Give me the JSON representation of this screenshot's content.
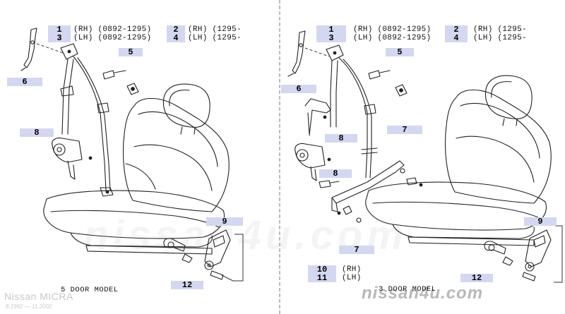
{
  "left_panel": {
    "model_label": "5 DOOR MODEL",
    "header": {
      "num1": "1",
      "num3": "3",
      "num2": "2",
      "num4": "4",
      "rh_range": "(RH) (0892-1295)",
      "lh_range": "(LH) (0892-1295)",
      "rh_range_new": "(RH) (1295-",
      "lh_range_new": "(LH) (1295-"
    },
    "callouts": {
      "c5": "5",
      "c6": "6",
      "c8": "8",
      "c9": "9",
      "c12": "12"
    }
  },
  "right_panel": {
    "model_label": "3 DOOR MODEL",
    "header": {
      "num1": "1",
      "num3": "3",
      "num2": "2",
      "num4": "4",
      "rh_range": "(RH) (0892-1295)",
      "lh_range": "(LH) (0892-1295)",
      "rh_range_new": "(RH) (1295-",
      "lh_range_new": "(LH) (1295-"
    },
    "callouts": {
      "c5": "5",
      "c6": "6",
      "c7_top": "7",
      "c7_bottom": "7",
      "c8_top": "8",
      "c8_bottom": "8",
      "c9": "9",
      "c10": "10",
      "c11": "11",
      "c12": "12",
      "rh": "(RH)",
      "lh": "(LH)"
    }
  },
  "watermark": {
    "background_text": "nissan4u.com",
    "brand_text": "nissan4u.com",
    "maker": "Nissan MICRA",
    "years": "8.1992 — 11.2002"
  },
  "colors": {
    "tag_bg": "#d4d7f0",
    "line": "#222222",
    "watermark": "#b8b8b8"
  }
}
